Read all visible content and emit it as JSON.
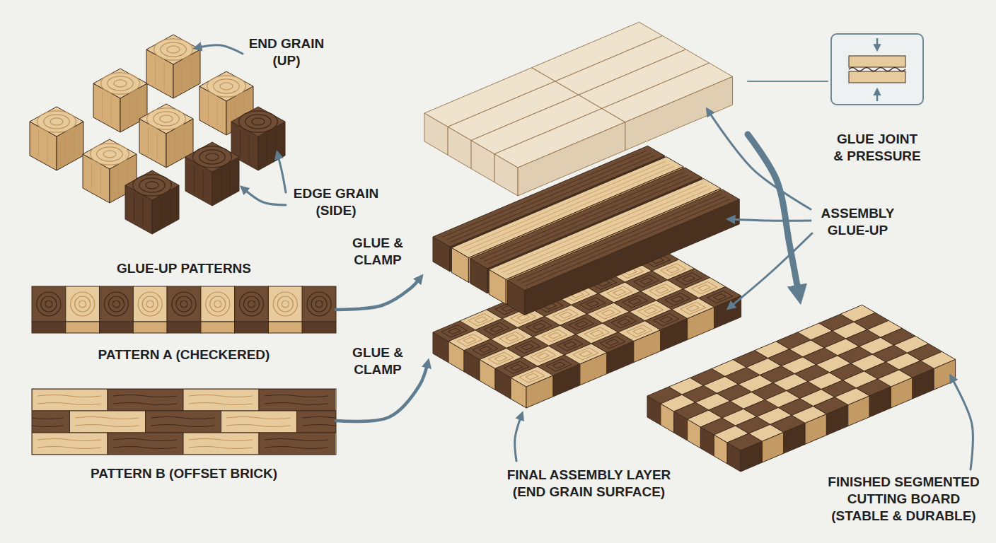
{
  "diagram": {
    "nodes": [
      {
        "text": [
          "PATTERN A (CHECKERED)"
        ]
      },
      {
        "text": [
          "PATTERN B (OFFSET BRICK)"
        ]
      },
      {
        "text": [
          "GLUE JOINT & PRESSURE"
        ]
      },
      {
        "text": [
          "ASSEMBLY GLUE-UP"
        ]
      },
      {
        "text": [
          "FINAL ASSEMBLY LAYER (END GRAIN SURFACE)"
        ]
      },
      {
        "text": [
          "FINISHED SEGMENTED CUTTING BOARD (STABLE & DURABLE)"
        ]
      }
    ],
    "edges": [
      {
        "from": 0,
        "to": 3,
        "label": "GLUE & CLAMP",
        "arrow": "to"
      },
      {
        "from": 1,
        "to": 4,
        "label": "GLUE & CLAMP",
        "arrow": "to"
      },
      {
        "from": 3,
        "to": 5,
        "arrow": "to"
      },
      {
        "from": 2,
        "to": 3,
        "arrow": "none"
      }
    ],
    "labels": [
      "END GRAIN (UP)",
      "EDGE GRAIN (SIDE)",
      "GLUE-UP PATTERNS"
    ]
  }
}
